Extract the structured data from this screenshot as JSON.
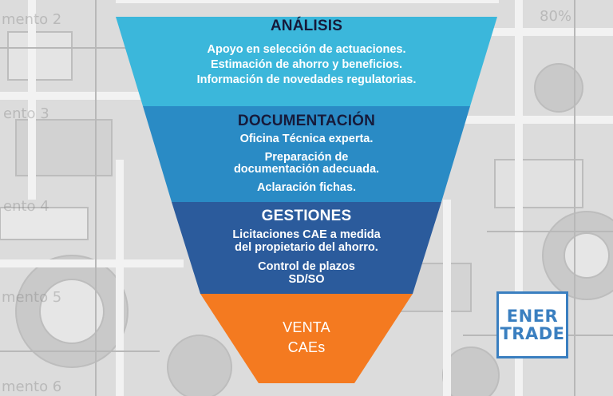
{
  "stages": [
    {
      "title": "ANÁLISIS",
      "lines": [
        "Apoyo en selección de actuaciones.",
        "Estimación de ahorro y beneficios.",
        "Información de novedades regulatorias."
      ],
      "color": "#3bb7db"
    },
    {
      "title": "DOCUMENTACIÓN",
      "lines": [
        "Oficina Técnica experta.",
        "Preparación de",
        "documentación adecuada.",
        "Aclaración fichas."
      ],
      "color": "#2a8bc5"
    },
    {
      "title": "GESTIONES",
      "lines": [
        "Licitaciones CAE a medida",
        "del propietario del ahorro.",
        "Control de plazos",
        "SD/SO"
      ],
      "color": "#2b5b9c"
    },
    {
      "title_lines": [
        "VENTA",
        "CAEs"
      ],
      "color": "#f47a20"
    }
  ],
  "logo": {
    "line1": "ENER",
    "line2": "TRADE",
    "color": "#3a7fc0"
  },
  "watermarks": [
    "mento 2",
    "80%",
    "ento 3",
    "ento 4",
    "mento 5",
    "mento 6"
  ]
}
